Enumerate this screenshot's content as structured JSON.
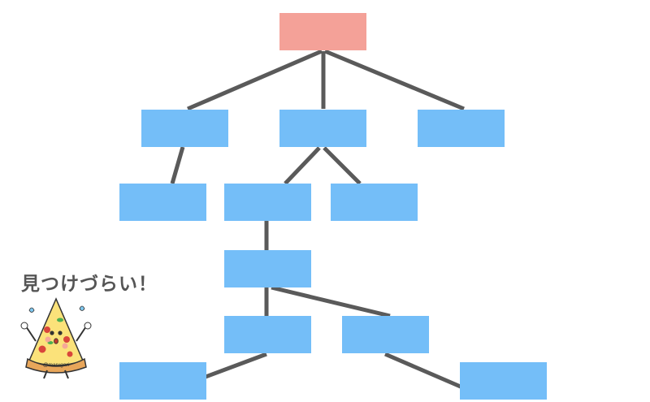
{
  "diagram": {
    "caption": "見つけづらい！",
    "colors": {
      "root": "#f4a198",
      "node": "#74bef8",
      "edge": "#5a5a5a"
    },
    "nodes": [
      {
        "id": "root",
        "kind": "root"
      },
      {
        "id": "l1-left",
        "kind": "node"
      },
      {
        "id": "l1-center",
        "kind": "node"
      },
      {
        "id": "l1-right",
        "kind": "node"
      },
      {
        "id": "l2-a",
        "kind": "node"
      },
      {
        "id": "l2-b",
        "kind": "node"
      },
      {
        "id": "l2-c",
        "kind": "node"
      },
      {
        "id": "l3",
        "kind": "node"
      },
      {
        "id": "l4-left",
        "kind": "node"
      },
      {
        "id": "l4-right",
        "kind": "node"
      },
      {
        "id": "l5-left",
        "kind": "node"
      },
      {
        "id": "l5-right",
        "kind": "node"
      }
    ],
    "edges": [
      [
        "root",
        "l1-left"
      ],
      [
        "root",
        "l1-center"
      ],
      [
        "root",
        "l1-right"
      ],
      [
        "l1-left",
        "l2-a"
      ],
      [
        "l1-center",
        "l2-b"
      ],
      [
        "l1-center",
        "l2-c"
      ],
      [
        "l2-b",
        "l3"
      ],
      [
        "l3",
        "l4-left"
      ],
      [
        "l3",
        "l4-right"
      ],
      [
        "l4-left",
        "l5-left"
      ],
      [
        "l4-right",
        "l5-right"
      ]
    ],
    "mascot": {
      "label": "@marugari"
    }
  }
}
